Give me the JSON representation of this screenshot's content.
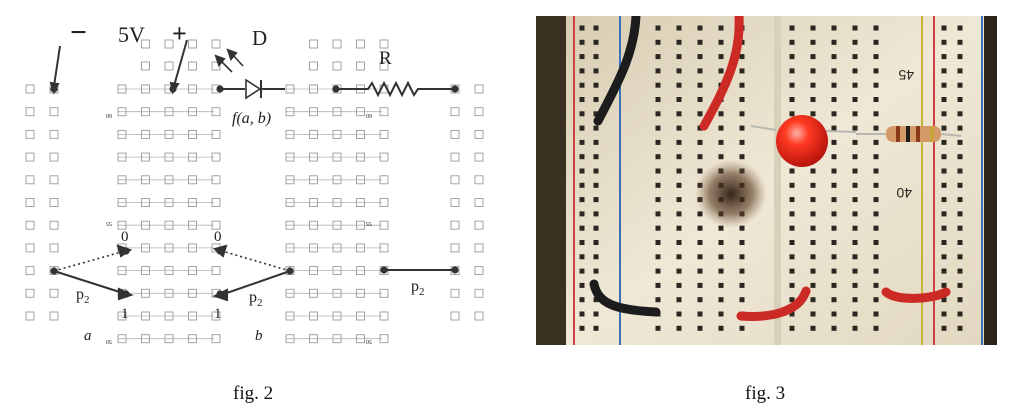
{
  "fig2": {
    "minus": "−",
    "voltage": "5V",
    "plus": "+",
    "diode": "D",
    "resistor": "R",
    "function": "f(a, b)",
    "zero_a": "0",
    "zero_b": "0",
    "one_a": "1",
    "one_b": "1",
    "p2_left": "p2",
    "p2_mid": "p2",
    "p2_right": "p2",
    "input_a": "a",
    "input_b": "b",
    "row_60_left": "60",
    "row_60_right": "60",
    "row_55_left": "55",
    "row_55_right": "55",
    "row_50_left": "50",
    "row_50_right": "50"
  },
  "fig3": {
    "row_45": "45",
    "row_40": "40"
  },
  "captions": {
    "fig2": "fig. 2",
    "fig3": "fig. 3"
  },
  "colors": {
    "breadboard": "#efe8d6",
    "hole": "#2a2620",
    "red_wire": "#cc2a25",
    "black_wire": "#1c1c1c",
    "led": "#ff2a1a",
    "rail_red": "#d04040",
    "rail_blue": "#3b6fb8"
  }
}
